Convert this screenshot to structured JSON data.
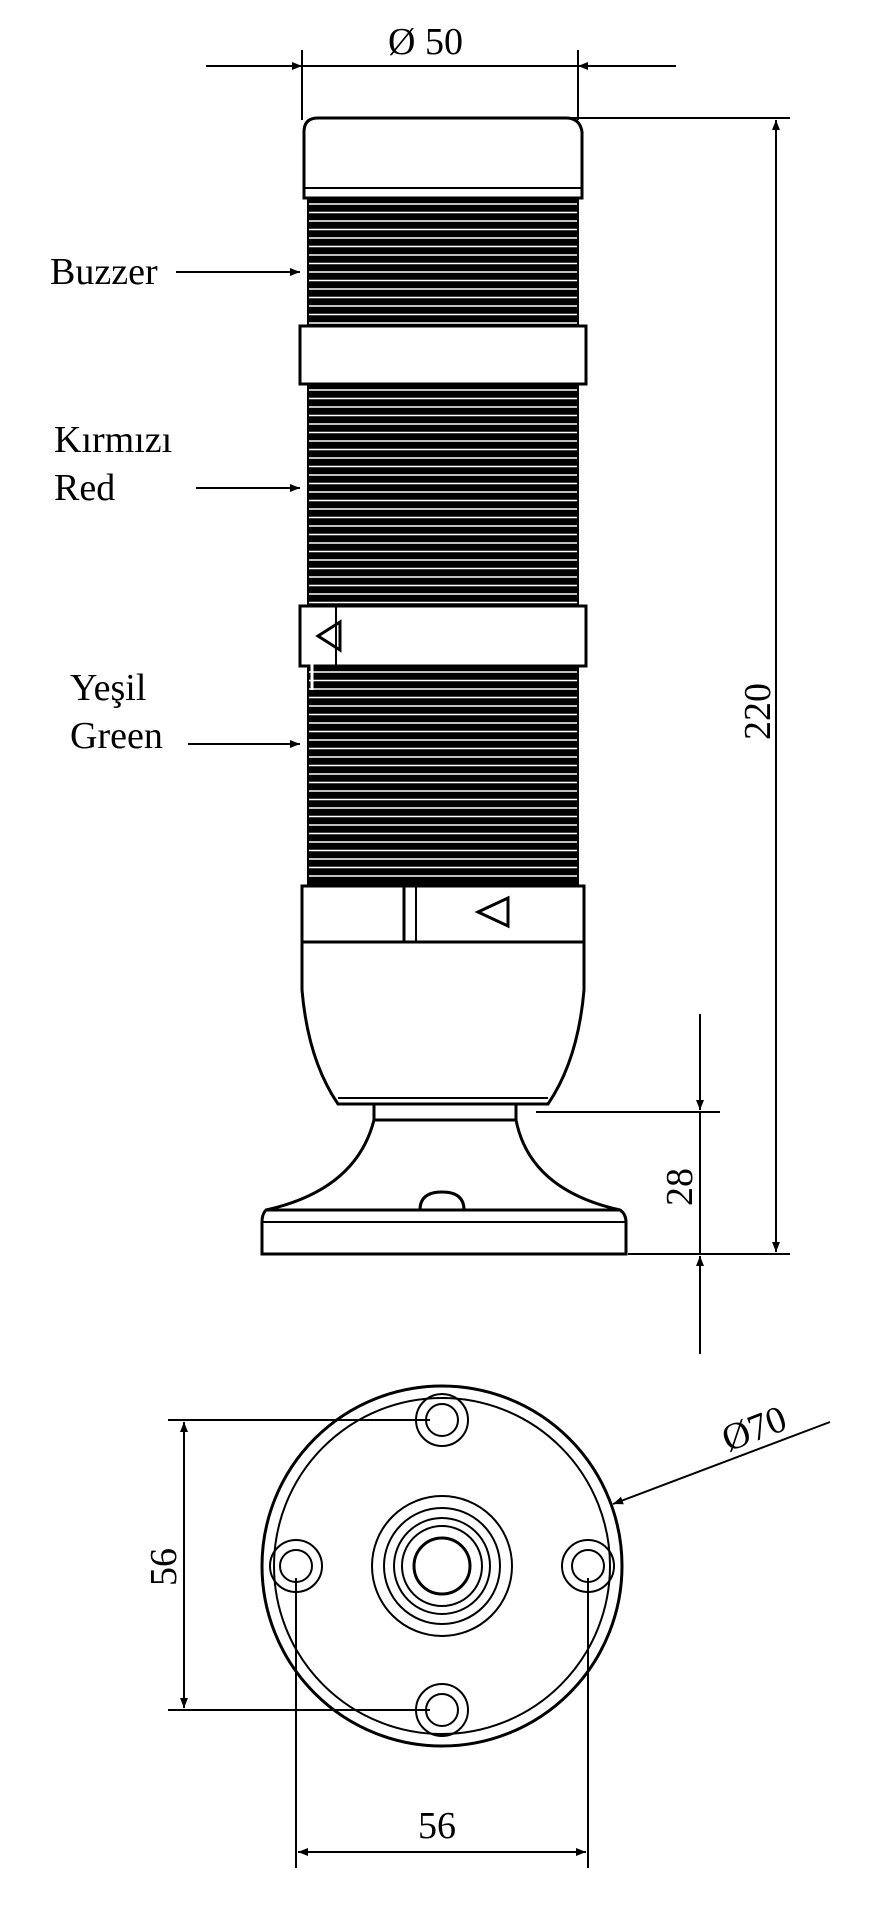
{
  "labels": {
    "buzzer": "Buzzer",
    "red_tr": "Kırmızı",
    "red_en": "Red",
    "green_tr": "Yeşil",
    "green_en": "Green"
  },
  "dimensions": {
    "top_diameter": "Ø 50",
    "height_total": "220",
    "base_height": "28",
    "base_diameter": "Ø70",
    "hole_spacing_vertical": "56",
    "hole_spacing_horizontal": "56"
  },
  "colors": {
    "ink": "#000000",
    "paper": "#ffffff"
  }
}
